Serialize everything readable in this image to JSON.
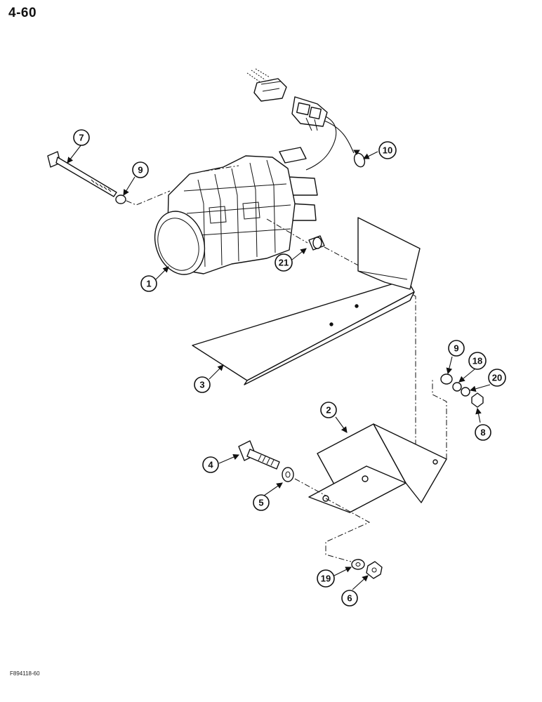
{
  "page": {
    "page_number": "4-60",
    "figure_code": "F894118-60"
  },
  "callouts": {
    "c1": "1",
    "c2": "2",
    "c3": "3",
    "c4": "4",
    "c5": "5",
    "c6": "6",
    "c7": "7",
    "c8": "8",
    "c9a": "9",
    "c9b": "9",
    "c10": "10",
    "c18": "18",
    "c19": "19",
    "c20": "20",
    "c21": "21"
  },
  "colors": {
    "line": "#111111",
    "paper": "#ffffff"
  }
}
